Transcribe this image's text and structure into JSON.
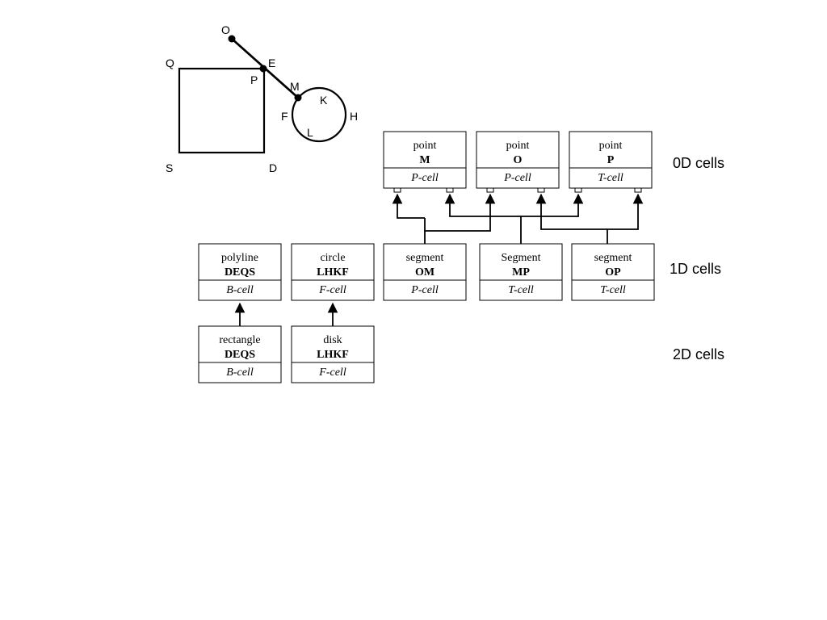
{
  "geometry": {
    "point_labels": {
      "O": "O",
      "E": "E",
      "P": "P",
      "Q": "Q",
      "M": "M",
      "K": "K",
      "F": "F",
      "H": "H",
      "L": "L",
      "S": "S",
      "D": "D"
    }
  },
  "levels": {
    "zero_d": "0D cells",
    "one_d": "1D cells",
    "two_d": "2D cells"
  },
  "cells": {
    "point_m": {
      "type": "point",
      "name": "M",
      "kind": "P-cell"
    },
    "point_o": {
      "type": "point",
      "name": "O",
      "kind": "P-cell"
    },
    "point_p": {
      "type": "point",
      "name": "P",
      "kind": "T-cell"
    },
    "polyline_deqs": {
      "type": "polyline",
      "name": "DEQS",
      "kind": "B-cell"
    },
    "circle_lhkf": {
      "type": "circle",
      "name": "LHKF",
      "kind": "F-cell"
    },
    "segment_om": {
      "type": "segment",
      "name": "OM",
      "kind": "P-cell"
    },
    "segment_mp": {
      "type": "Segment",
      "name": "MP",
      "kind": "T-cell"
    },
    "segment_op": {
      "type": "segment",
      "name": "OP",
      "kind": "T-cell"
    },
    "rectangle_deqs": {
      "type": "rectangle",
      "name": "DEQS",
      "kind": "B-cell"
    },
    "disk_lhkf": {
      "type": "disk",
      "name": "LHKF",
      "kind": "F-cell"
    }
  }
}
